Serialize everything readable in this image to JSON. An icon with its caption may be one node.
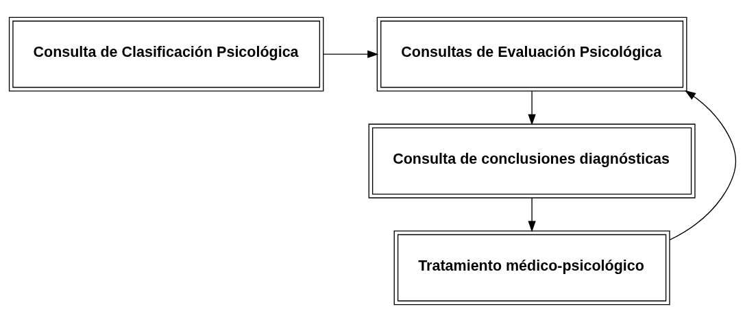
{
  "diagram": {
    "nodes": [
      {
        "text": [
          "Consulta de Clasificación Psicológica"
        ]
      },
      {
        "text": [
          "Consultas de Evaluación Psicológica"
        ]
      },
      {
        "text": [
          "Consulta de conclusiones diagnósticas"
        ]
      },
      {
        "text": [
          "Tratamiento médico-psicológico"
        ]
      }
    ],
    "edges": [
      {
        "from": 0,
        "to": 1,
        "arrow": "to"
      },
      {
        "from": 1,
        "to": 2,
        "arrow": "to"
      },
      {
        "from": 2,
        "to": 3,
        "arrow": "to"
      },
      {
        "from": 3,
        "to": 1,
        "arrow": "to"
      }
    ]
  }
}
